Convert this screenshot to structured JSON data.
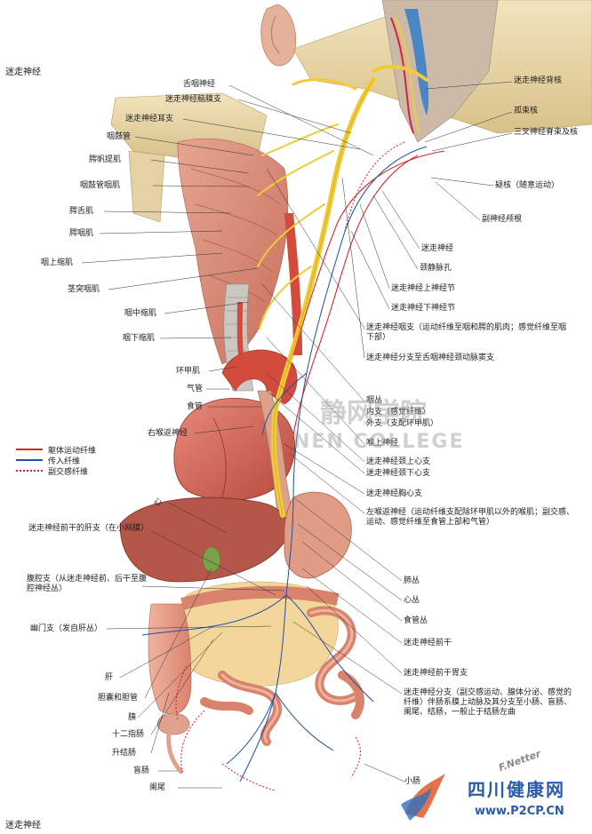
{
  "titles": {
    "top": "迷走神经",
    "bottom": "迷走神经"
  },
  "colors": {
    "motor": "#d7262b",
    "afferent": "#1f4fa6",
    "parasympathetic": "#c8202a",
    "nerve": "#f0cc3a",
    "tissue": "#d98a78",
    "bone": "#e9d7a6"
  },
  "legend": [
    {
      "text": "躯体运动纤维",
      "style": "solid",
      "color": "#d7262b"
    },
    {
      "text": "传入纤维",
      "style": "solid",
      "color": "#1f4fa6"
    },
    {
      "text": "副交感纤维",
      "style": "dotted",
      "color": "#c8202a"
    }
  ],
  "labels_left": [
    "舌咽神经",
    "迷走神经脑膜支",
    "迷走神经耳支",
    "咽鼓管",
    "腭帆提肌",
    "咽鼓管咽肌",
    "腭舌肌",
    "腭咽肌",
    "咽上缩肌",
    "茎突咽肌",
    "咽中缩肌",
    "咽下缩肌",
    "环甲肌",
    "气管",
    "食管",
    "右喉返神经",
    "心",
    "迷走神经前干的肝支（在小网膜）",
    "腹腔支（从迷走神经前、后干至腹腔神经丛）",
    "幽门支（发自肝丛）",
    "肝",
    "胆囊和胆管",
    "胰",
    "十二指肠",
    "升结肠",
    "盲肠",
    "阑尾"
  ],
  "labels_right": [
    "迷走神经背核",
    "孤束核",
    "三叉神经脊束及核",
    "疑核（随意运动）",
    "副神经颅根",
    "迷走神经",
    "颈静脉孔",
    "迷走神经上神经节",
    "迷走神经下神经节",
    "迷走神经咽支（运动纤维至咽和腭的肌肉；感觉纤维至咽下部）",
    "迷走神经分支至舌咽神经颈动脉窦支",
    "咽丛",
    "内支（感觉纤维）",
    "外支（支配环甲肌）",
    "喉上神经",
    "迷走神经颈上心支",
    "迷走神经颈下心支",
    "迷走神经胸心支",
    "左喉返神经（运动纤维支配除环甲肌以外的喉肌；副交感、运动、感觉纤维至食管上部和气管）",
    "肺丛",
    "心丛",
    "食管丛",
    "迷走神经前干",
    "迷走神经前干胃支",
    "迷走神经分支（副交感运动、腺体分泌、感觉的纤维）伴肠系膜上动脉及其分支至小肠、盲肠、阑尾、结肠，一般止于结肠左曲",
    "小肠"
  ],
  "watermark": {
    "cn": "四川健康网",
    "url": "www.P2CP.CN",
    "bg_cn": "静网学院",
    "bg_en": "NEN COLLEGE",
    "signature": "F.Netter"
  }
}
